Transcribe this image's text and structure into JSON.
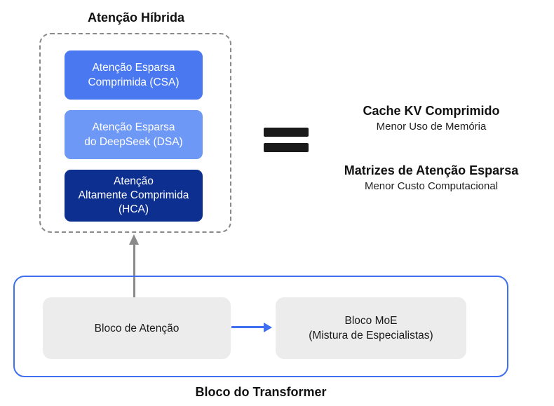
{
  "hybrid_attention": {
    "title": "Atenção Híbrida",
    "boxes": [
      {
        "lines": [
          "Atenção Esparsa",
          "Comprimida (CSA)"
        ],
        "color": "#4a78f0"
      },
      {
        "lines": [
          "Atenção Esparsa",
          "do DeepSeek (DSA)"
        ],
        "color": "#6e98f5"
      },
      {
        "lines": [
          "Atenção",
          "Altamente Comprimida",
          "(HCA)"
        ],
        "color": "#0d2f8f"
      }
    ]
  },
  "results": [
    {
      "title": "Cache KV Comprimido",
      "subtitle": "Menor Uso de Memória"
    },
    {
      "title": "Matrizes de Atenção Esparsa",
      "subtitle": "Menor Custo Computacional"
    }
  ],
  "transformer": {
    "label": "Bloco do Transformer",
    "attention_block": {
      "lines": [
        "Bloco de Atenção"
      ]
    },
    "moe_block": {
      "lines": [
        "Bloco MoE",
        "(Mistura de Especialistas)"
      ]
    }
  },
  "colors": {
    "accent_blue": "#3f6ff0",
    "gray_box": "#ececec",
    "dashed_border": "#8a8a8a"
  }
}
